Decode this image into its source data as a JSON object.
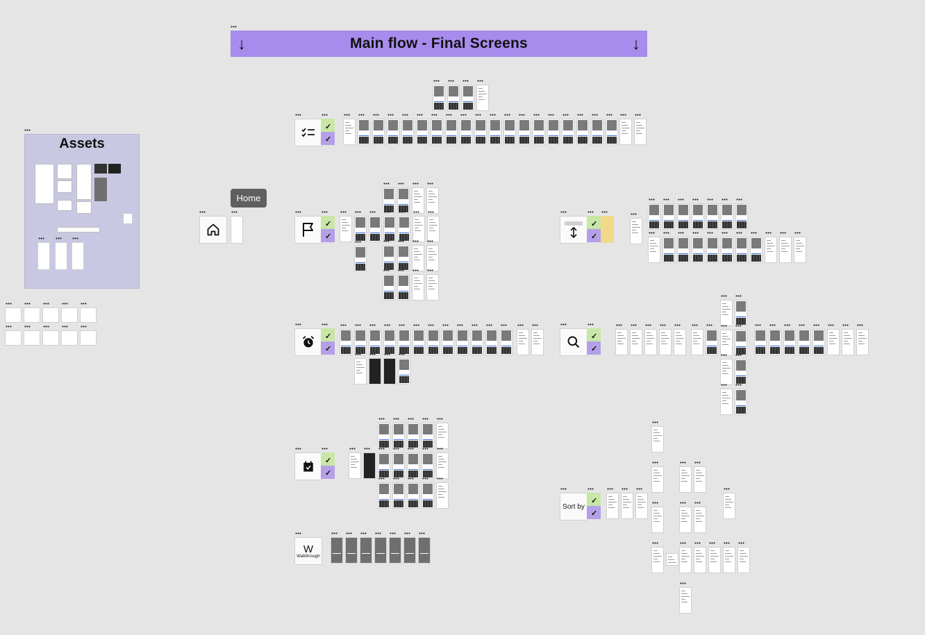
{
  "banner": {
    "title": "Main flow - Final Screens",
    "arrow_left": "↓",
    "arrow_right": "↓"
  },
  "assets": {
    "title": "Assets"
  },
  "tooltip": {
    "label": "Home"
  },
  "cards": {
    "sort_label": "Sort by",
    "walkthrough_letter": "W",
    "walkthrough_label": "Walkthrough"
  },
  "icons": [
    "list-check-icon",
    "home-icon",
    "flag-icon",
    "alarm-icon",
    "search-icon",
    "calendar-check-icon",
    "sort-icon"
  ],
  "colors": {
    "canvas": "#e5e5e5",
    "banner": "#a78ced",
    "assets_bg": "#c9c8e2",
    "badge_green": "#c8e6a6",
    "badge_purple": "#b4a0e8",
    "sticky": "#f2d98a",
    "tooltip": "#5f5f5f"
  }
}
